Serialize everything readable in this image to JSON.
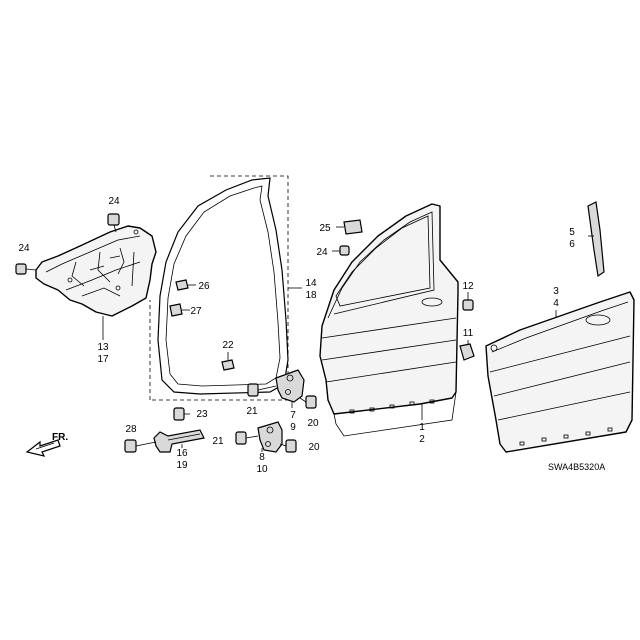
{
  "diagram_code": "SWA4B5320A",
  "direction_label": "FR.",
  "parts": [
    {
      "id": "p1",
      "numbers": [
        "1",
        "2"
      ]
    },
    {
      "id": "p3",
      "numbers": [
        "3",
        "4"
      ]
    },
    {
      "id": "p5",
      "numbers": [
        "5",
        "6"
      ]
    },
    {
      "id": "p7",
      "numbers": [
        "7",
        "9"
      ]
    },
    {
      "id": "p8",
      "numbers": [
        "8",
        "10"
      ]
    },
    {
      "id": "p11",
      "numbers": [
        "11"
      ]
    },
    {
      "id": "p12",
      "numbers": [
        "12"
      ]
    },
    {
      "id": "p13",
      "numbers": [
        "13",
        "17"
      ]
    },
    {
      "id": "p14",
      "numbers": [
        "14",
        "18"
      ]
    },
    {
      "id": "p16",
      "numbers": [
        "16",
        "19"
      ]
    },
    {
      "id": "p20a",
      "numbers": [
        "20"
      ]
    },
    {
      "id": "p20b",
      "numbers": [
        "20"
      ]
    },
    {
      "id": "p21a",
      "numbers": [
        "21"
      ]
    },
    {
      "id": "p21b",
      "numbers": [
        "21"
      ]
    },
    {
      "id": "p22",
      "numbers": [
        "22"
      ]
    },
    {
      "id": "p23",
      "numbers": [
        "23"
      ]
    },
    {
      "id": "p24a",
      "numbers": [
        "24"
      ]
    },
    {
      "id": "p24b",
      "numbers": [
        "24"
      ]
    },
    {
      "id": "p24c",
      "numbers": [
        "24"
      ]
    },
    {
      "id": "p25",
      "numbers": [
        "25"
      ]
    },
    {
      "id": "p26",
      "numbers": [
        "26"
      ]
    },
    {
      "id": "p27",
      "numbers": [
        "27"
      ]
    },
    {
      "id": "p28",
      "numbers": [
        "28"
      ]
    }
  ]
}
